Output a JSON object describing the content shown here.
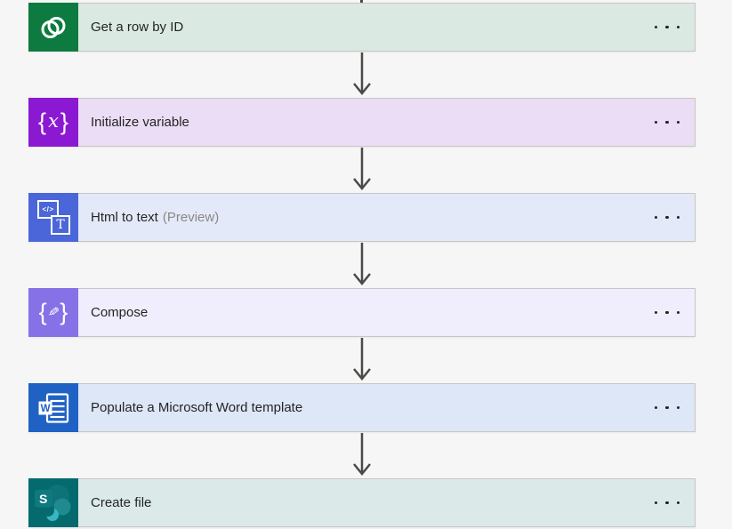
{
  "canvas": {
    "background": "#f6f6f6",
    "arrow_color": "#4a4a48",
    "card_border": "#c8c6c4",
    "title_color": "#242424",
    "preview_color": "#8a8886"
  },
  "flow": {
    "steps": [
      {
        "title": "Get a row by ID",
        "suffix": "",
        "icon": "dataverse-icon",
        "icon_bg": "#0d7a40",
        "card_bg": "#dae9e1"
      },
      {
        "title": "Initialize variable",
        "suffix": "",
        "icon": "variable-icon",
        "icon_bg": "#8c19d2",
        "card_bg": "#ebddf5"
      },
      {
        "title": "Html to text",
        "suffix": "(Preview)",
        "icon": "html-to-text-icon",
        "icon_bg": "#4a66d8",
        "card_bg": "#e4e9f9"
      },
      {
        "title": "Compose",
        "suffix": "",
        "icon": "compose-icon",
        "icon_bg": "#8672e6",
        "card_bg": "#f0edfc"
      },
      {
        "title": "Populate a Microsoft Word template",
        "suffix": "",
        "icon": "word-icon",
        "icon_bg": "#2062c4",
        "card_bg": "#dde7f7"
      },
      {
        "title": "Create file",
        "suffix": "",
        "icon": "sharepoint-icon",
        "icon_bg": "#056a6e",
        "card_bg": "#dbeae9"
      }
    ]
  },
  "icons": {
    "variable": {
      "open": "{",
      "x": "x",
      "close": "}"
    },
    "compose": {
      "open": "{",
      "pencil": "✎",
      "close": "}"
    },
    "html_code": "</>",
    "html_t": "T",
    "word_w": "W",
    "sharepoint_s": "S"
  }
}
